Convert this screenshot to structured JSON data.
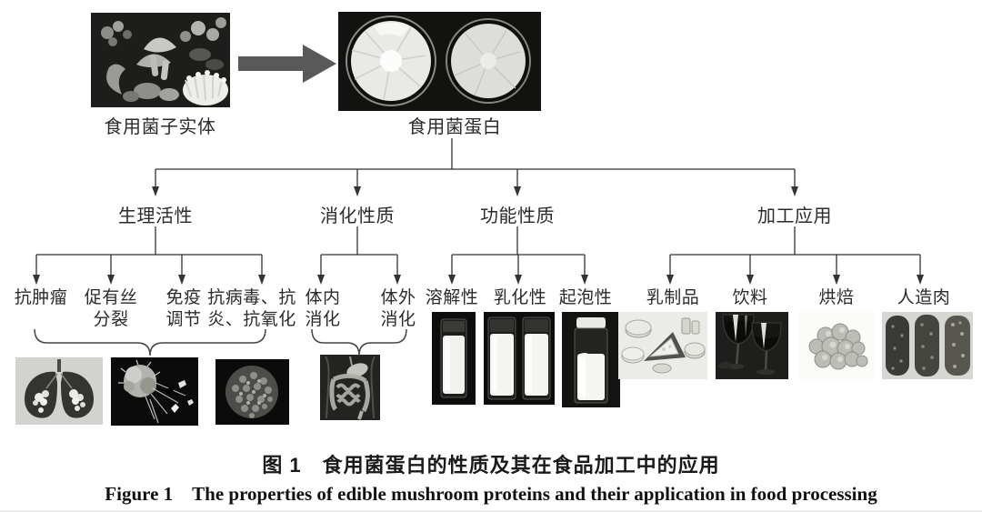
{
  "figure": {
    "source_label": "食用菌子实体",
    "product_label": "食用菌蛋白",
    "caption_zh": "图 1　食用菌蛋白的性质及其在食品加工中的应用",
    "caption_en": "Figure 1　The properties of edible mushroom proteins and their application in food processing"
  },
  "tree": {
    "branches": [
      {
        "label": "生理活性",
        "children": [
          "抗肿瘤",
          "促有丝\n分裂",
          "免疫\n调节",
          "抗病毒、抗\n炎、抗氧化"
        ]
      },
      {
        "label": "消化性质",
        "children": [
          "体内\n消化",
          "体外\n消化"
        ]
      },
      {
        "label": "功能性质",
        "children": [
          "溶解性",
          "乳化性",
          "起泡性"
        ]
      },
      {
        "label": "加工应用",
        "children": [
          "乳制品",
          "饮料",
          "烘焙",
          "人造肉"
        ]
      }
    ]
  },
  "images": {
    "mushrooms": "edible-mushroom-fruiting-bodies-photo",
    "petri": "mushroom-protein-petri-dishes-photo",
    "lungs": "anti-tumor-lungs-photo",
    "cell": "mitotic-cell-photo",
    "virus": "virus-particle-photo",
    "digestive": "digestive-system-photo",
    "solubility": "solubility-vial-photo",
    "emulsification": "emulsification-vials-photo",
    "foaming": "foaming-vial-photo",
    "dairy": "dairy-products-photo",
    "beverage": "wine-glasses-photo",
    "baking": "baked-goods-photo",
    "meat": "artificial-meat-photo"
  },
  "colors": {
    "line": "#333333",
    "big_arrow": "#595959",
    "text": "#2b2b2b"
  }
}
